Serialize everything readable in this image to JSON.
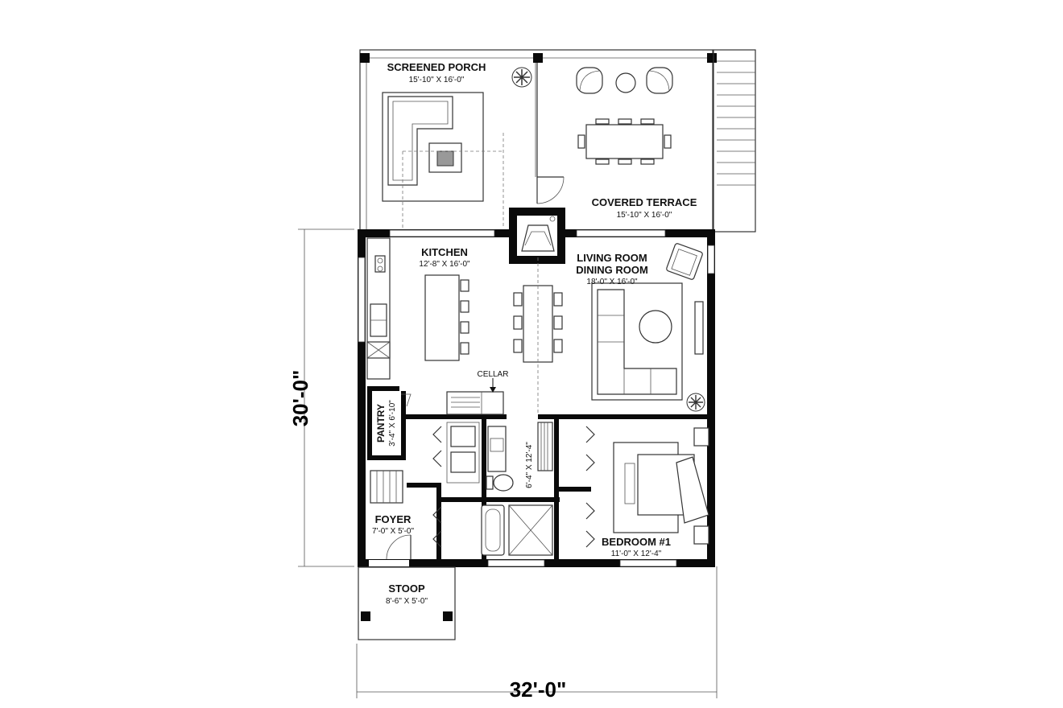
{
  "rooms": {
    "screened_porch": {
      "name": "SCREENED PORCH",
      "size": "15'-10\" X 16'-0\""
    },
    "covered_terrace": {
      "name": "COVERED TERRACE",
      "size": "15'-10\" X 16'-0\""
    },
    "kitchen": {
      "name": "KITCHEN",
      "size": "12'-8\" X 16'-0\""
    },
    "living_dining": {
      "name_line1": "LIVING ROOM",
      "name_line2": "DINING ROOM",
      "size": "18'-0\" X 16'-0\""
    },
    "cellar": {
      "name": "CELLAR"
    },
    "pantry": {
      "name": "PANTRY",
      "size": "3'-4\" X 6'-10\""
    },
    "bathroom": {
      "size": "6'-4\" X 12'-4\""
    },
    "foyer": {
      "name": "FOYER",
      "size": "7'-0\" X 5'-0\""
    },
    "bedroom1": {
      "name": "BEDROOM #1",
      "size": "11'-0\" X 12'-4\""
    },
    "stoop": {
      "name": "STOOP",
      "size": "8'-6\" X 5'-0\""
    }
  },
  "dimensions": {
    "overall_depth": "30'-0\"",
    "overall_width": "32'-0\""
  }
}
